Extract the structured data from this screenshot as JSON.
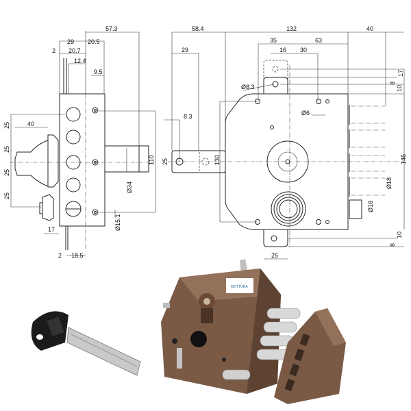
{
  "side_view": {
    "dims": [
      "57.3",
      "29",
      "20.5",
      "2",
      "20.7",
      "12.4",
      "9.5",
      "25",
      "25",
      "25",
      "25",
      "40",
      "110",
      "Ø34",
      "Ø15.1",
      "17",
      "2",
      "18.5"
    ]
  },
  "front_view": {
    "dims": [
      "58.4",
      "132",
      "40",
      "35",
      "63",
      "16",
      "30",
      "Ø8.3",
      "8",
      "17",
      "10",
      "Ø6",
      "8.3",
      "29",
      "25",
      "130",
      "146",
      "Ø18",
      "Ø18",
      "10",
      "8",
      "25"
    ]
  },
  "product": {
    "logo_text": "MOTTURA",
    "body_color": "#7a5a45",
    "key_color": "#1b1b1b"
  }
}
